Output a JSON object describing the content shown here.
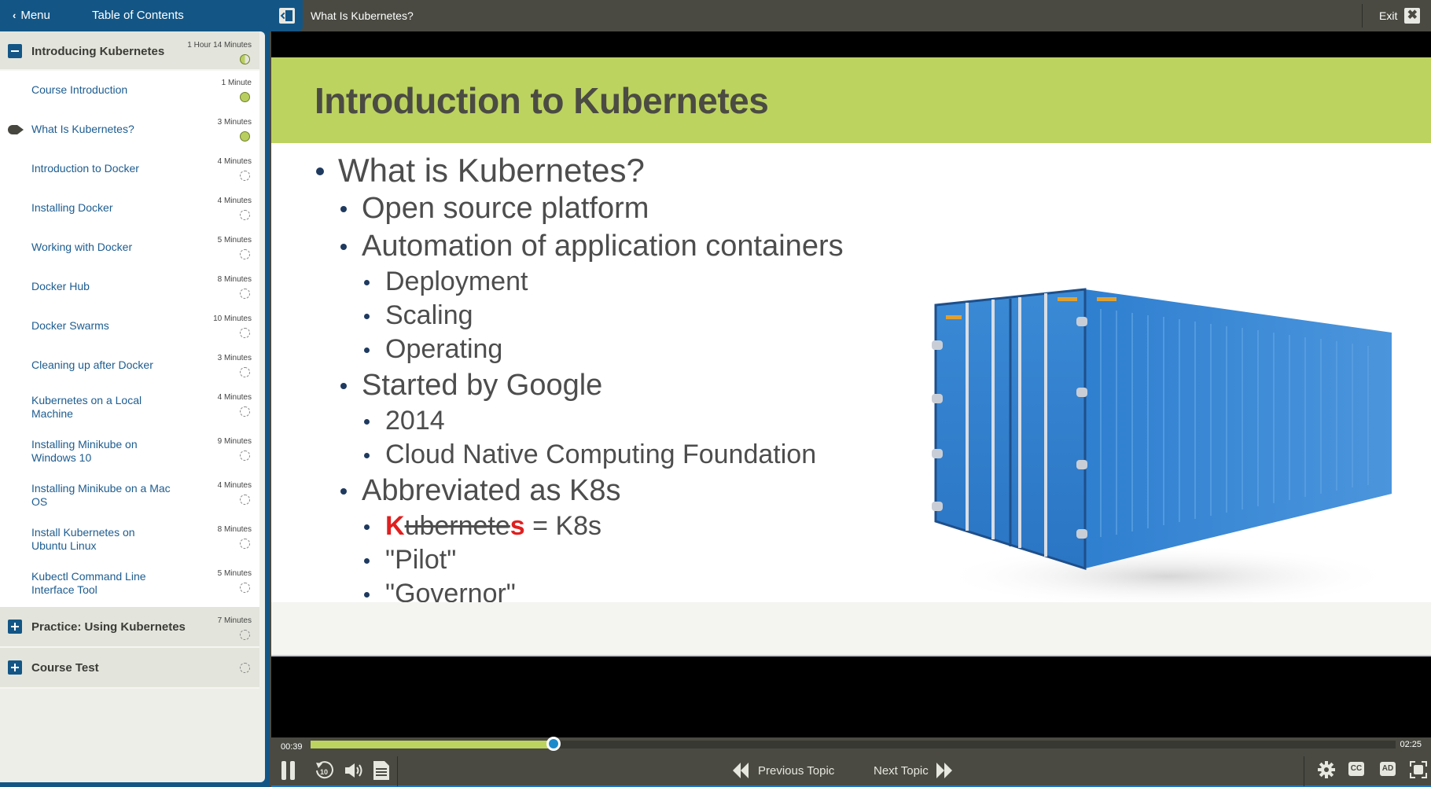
{
  "topbar": {
    "menu_label": "Menu",
    "toc_title": "Table of Contents",
    "topic_title": "What Is Kubernetes?",
    "exit_label": "Exit"
  },
  "colors": {
    "brand_blue": "#135686",
    "accent_green": "#bcd35f",
    "link_blue": "#1d5c8f",
    "bar_dark": "#4a4a42",
    "thumb_blue": "#1a8acb",
    "highlight_red": "#e01f1f"
  },
  "toc": {
    "modules": [
      {
        "label": "Introducing Kubernetes",
        "duration": "1 Hour 14 Minutes",
        "status": "partial",
        "expanded": true,
        "lessons": [
          {
            "label": "Course Introduction",
            "duration": "1 Minute",
            "status": "complete",
            "current": false
          },
          {
            "label": "What Is Kubernetes?",
            "duration": "3 Minutes",
            "status": "complete",
            "current": true
          },
          {
            "label": "Introduction to Docker",
            "duration": "4 Minutes",
            "status": "not-started",
            "current": false
          },
          {
            "label": "Installing Docker",
            "duration": "4 Minutes",
            "status": "not-started",
            "current": false
          },
          {
            "label": "Working with Docker",
            "duration": "5 Minutes",
            "status": "not-started",
            "current": false
          },
          {
            "label": "Docker Hub",
            "duration": "8 Minutes",
            "status": "not-started",
            "current": false
          },
          {
            "label": "Docker Swarms",
            "duration": "10 Minutes",
            "status": "not-started",
            "current": false
          },
          {
            "label": "Cleaning up after Docker",
            "duration": "3 Minutes",
            "status": "not-started",
            "current": false
          },
          {
            "label": "Kubernetes on a Local Machine",
            "duration": "4 Minutes",
            "status": "not-started",
            "current": false
          },
          {
            "label": "Installing Minikube on Windows 10",
            "duration": "9 Minutes",
            "status": "not-started",
            "current": false
          },
          {
            "label": "Installing Minikube on a Mac OS",
            "duration": "4 Minutes",
            "status": "not-started",
            "current": false
          },
          {
            "label": "Install Kubernetes on Ubuntu Linux",
            "duration": "8 Minutes",
            "status": "not-started",
            "current": false
          },
          {
            "label": "Kubectl Command Line Interface Tool",
            "duration": "5 Minutes",
            "status": "not-started",
            "current": false
          }
        ]
      },
      {
        "label": "Practice: Using Kubernetes",
        "duration": "7 Minutes",
        "status": "not-started",
        "expanded": false
      },
      {
        "label": "Course Test",
        "duration": "",
        "status": "not-started",
        "expanded": false
      }
    ]
  },
  "slide": {
    "title": "Introduction to Kubernetes",
    "bullets": [
      {
        "level": 1,
        "text": "What is Kubernetes?"
      },
      {
        "level": 2,
        "text": "Open source platform"
      },
      {
        "level": 2,
        "text": "Automation of application containers"
      },
      {
        "level": 3,
        "text": "Deployment"
      },
      {
        "level": 3,
        "text": "Scaling"
      },
      {
        "level": 3,
        "text": "Operating"
      },
      {
        "level": 2,
        "text": "Started by Google"
      },
      {
        "level": 3,
        "text": "2014"
      },
      {
        "level": 3,
        "text": "Cloud Native Computing Foundation"
      },
      {
        "level": 2,
        "text": "Abbreviated as K8s"
      },
      {
        "level": 3,
        "text": "Kubernetes = K8s",
        "parts": {
          "first": "K",
          "middle": "ubernete",
          "last": "s",
          "rest": " = K8s"
        }
      },
      {
        "level": 3,
        "text": "\"Pilot\""
      },
      {
        "level": 3,
        "text": "\"Governor\""
      }
    ],
    "image": "blue-shipping-container"
  },
  "player": {
    "current_time": "00:39",
    "total_time": "02:25",
    "progress_percent": 22.4,
    "prev_label": "Previous Topic",
    "next_label": "Next Topic",
    "replay_seconds": "10",
    "cc_label": "CC",
    "ad_label": "AD"
  }
}
